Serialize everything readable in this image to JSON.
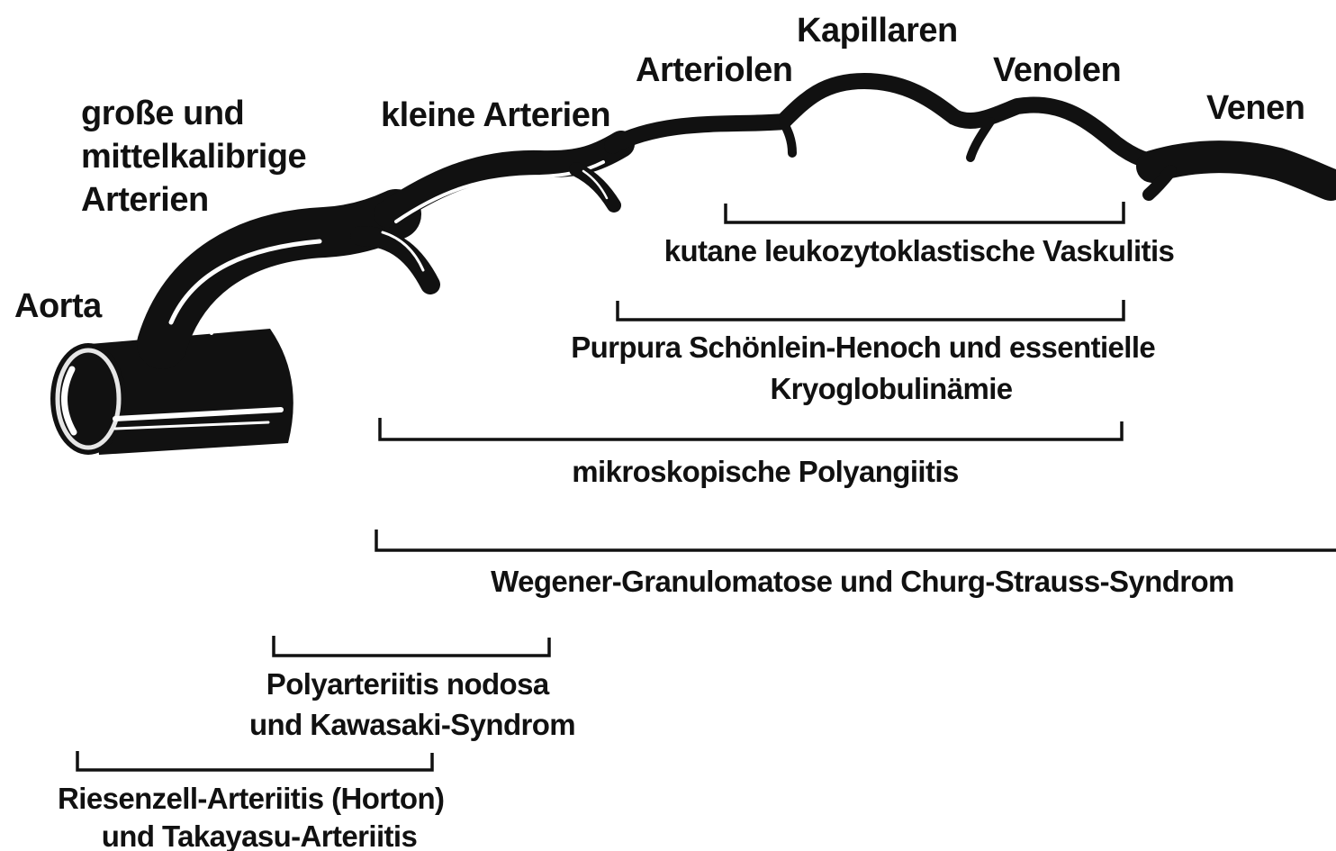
{
  "vessels": {
    "aorta": "Aorta",
    "large_arteries": [
      "große und",
      "mittelkalibrige",
      "Arterien"
    ],
    "small_arteries": "kleine Arterien",
    "arterioles": "Arteriolen",
    "capillaries": "Kapillaren",
    "venules": "Venolen",
    "veins": "Venen"
  },
  "diseases": {
    "cutaneous": [
      "kutane leukozytoklastische Vaskulitis"
    ],
    "purpura": [
      "Purpura Schönlein-Henoch und essentielle",
      "Kryoglobulinämie"
    ],
    "microscopic": [
      "mikroskopische Polyangiitis"
    ],
    "wegener": [
      "Wegener-Granulomatose und Churg-Strauss-Syndrom"
    ],
    "pan": [
      "Polyarteriitis nodosa",
      "und Kawasaki-Syndrom"
    ],
    "giant_cell": [
      "Riesenzell-Arteriitis (Horton)",
      "und Takayasu-Arteriitis"
    ]
  }
}
